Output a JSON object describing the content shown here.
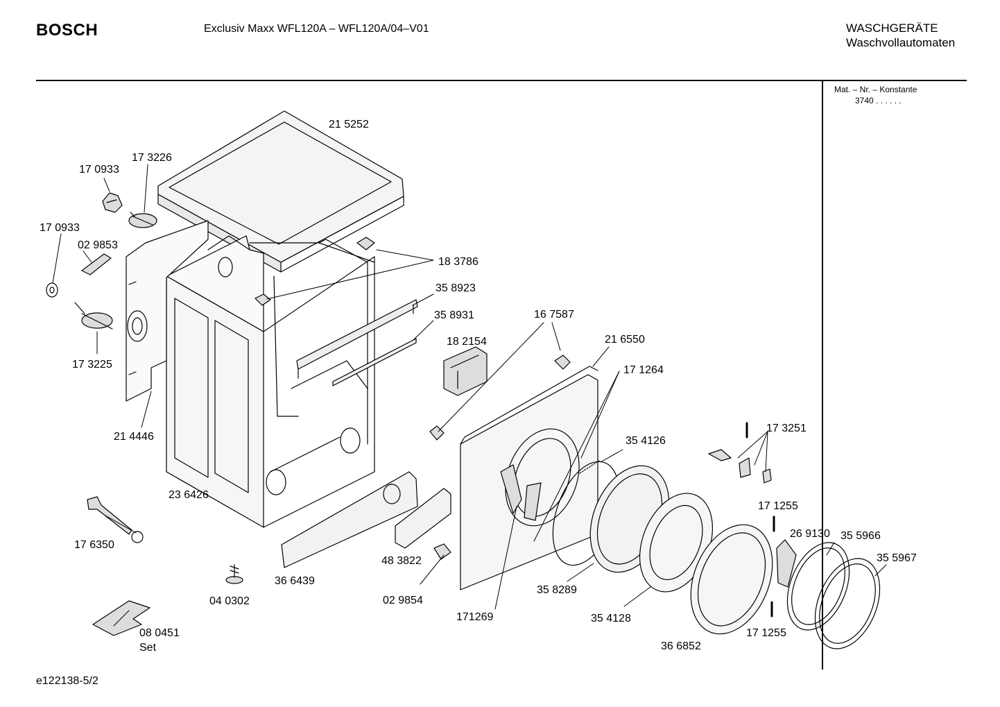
{
  "header": {
    "brand": "BOSCH",
    "model": "Exclusiv Maxx WFL120A – WFL120A/04–V01",
    "category_line1": "WASCHGERÄTE",
    "category_line2": "Waschvollautomaten"
  },
  "mat": {
    "label": "Mat. – Nr. – Konstante",
    "value": "3740 . . . . . ."
  },
  "footer": {
    "doc_id": "e122138-5/2"
  },
  "parts": {
    "p215252": "21 5252",
    "p173226": "17 3226",
    "p170933a": "17 0933",
    "p170933b": "17 0933",
    "p029853": "02 9853",
    "p183786": "18 3786",
    "p358923": "35 8923",
    "p358931": "35 8931",
    "p167587": "16 7587",
    "p182154": "18 2154",
    "p216550": "21 6550",
    "p171264": "17 1264",
    "p173225": "17 3225",
    "p214446": "21 4446",
    "p354126": "35 4126",
    "p173251": "17 3251",
    "p236426": "23 6426",
    "p171255a": "17 1255",
    "p269130": "26 9130",
    "p355966": "35 5966",
    "p355967": "35 5967",
    "p176350": "17 6350",
    "p483822": "48 3822",
    "p366439": "36 6439",
    "p358289": "35 8289",
    "p029854": "02 9854",
    "p040302": "04 0302",
    "p171269": "171269",
    "p354128": "35 4128",
    "p171255b": "17 1255",
    "p366852": "36 6852",
    "p080451": "08 0451",
    "p080451_set": "Set"
  }
}
